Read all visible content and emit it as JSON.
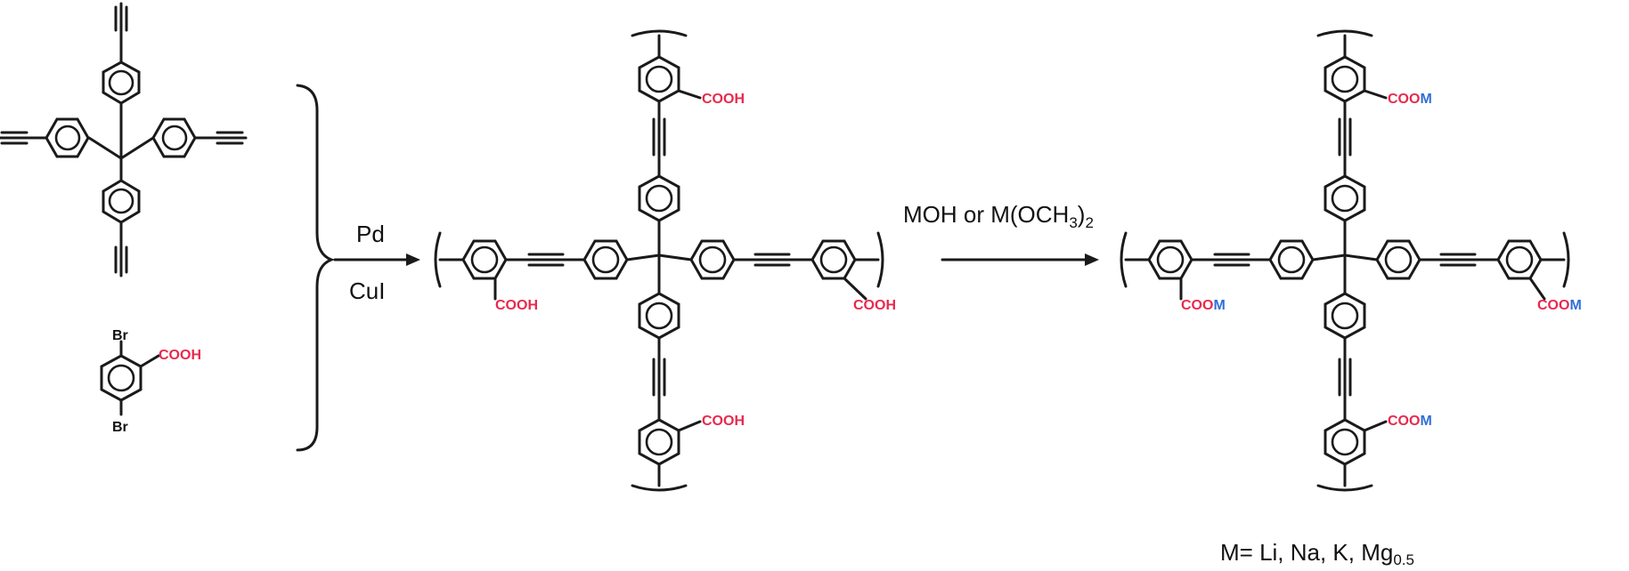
{
  "colors": {
    "bond": "#1a1a1a",
    "acid": "#e8294e",
    "metal": "#2f6fd8"
  },
  "labels": {
    "bromine": "Br",
    "cooh": "COOH",
    "coo": "COO",
    "metal": "M"
  },
  "step1": {
    "catalyst_top": "Pd",
    "catalyst_bottom": "CuI"
  },
  "step2": {
    "reagent_prefix": "MOH or M(OCH",
    "reagent_sub": "3",
    "reagent_close": ")",
    "reagent_sub2": "2"
  },
  "footnote": {
    "prefix": "M= Li, Na, K, Mg",
    "subscript": "0.5"
  }
}
